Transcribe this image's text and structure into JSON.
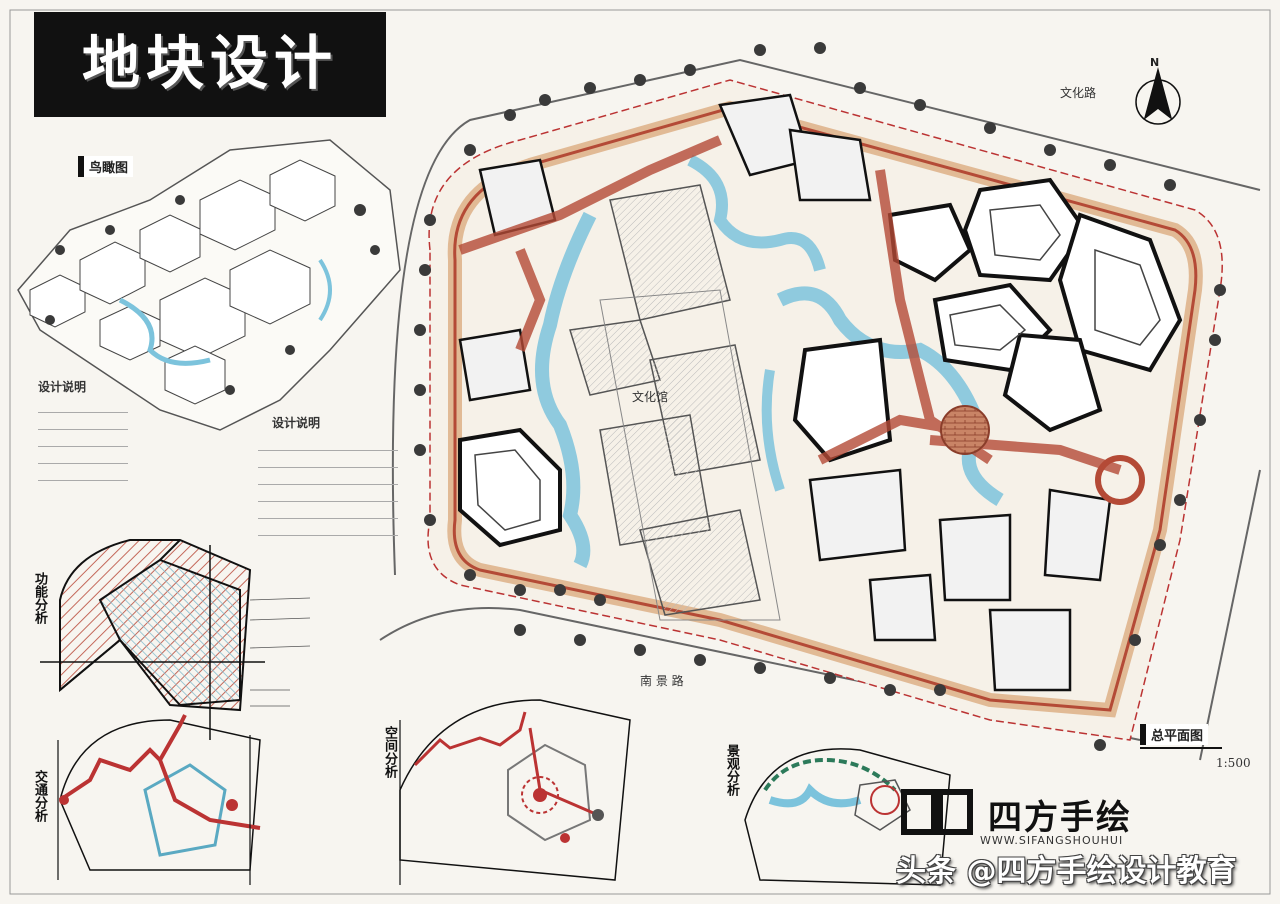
{
  "title": "地块设计",
  "labels": {
    "aerial_view": "鸟瞰图",
    "design_notes_left": "设计说明",
    "design_notes_right": "设计说明",
    "master_plan": "总平面图",
    "scale": "1:500",
    "compass": "N",
    "central_building": "文化馆",
    "road_top": "文化路",
    "road_bottom": "南 景 路"
  },
  "analysis": {
    "function": "功能分析",
    "traffic": "交通分析",
    "space": "空间分析",
    "landscape": "景观分析"
  },
  "watermark": {
    "brand": "四方手绘",
    "url": "WWW.SIFANGSHOUHUI",
    "account": "头条 @四方手绘设计教育"
  },
  "colors": {
    "ink": "#1a1a1a",
    "paving_red": "#b44a36",
    "paving_tan": "#d9a77a",
    "water": "#7cc3dc",
    "tree": "#3a3a3a",
    "hatch_blue": "#8cc6d8",
    "hatch_red": "#c4685a"
  }
}
